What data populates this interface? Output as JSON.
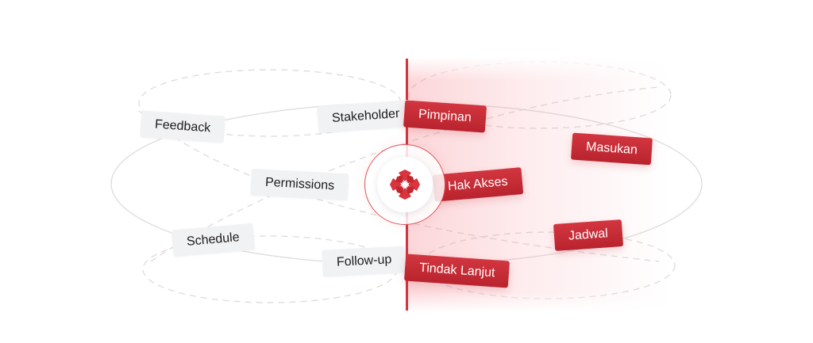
{
  "left_tags": [
    {
      "label": "Feedback"
    },
    {
      "label": "Stakeholder"
    },
    {
      "label": "Permissions"
    },
    {
      "label": "Schedule"
    },
    {
      "label": "Follow-up"
    }
  ],
  "right_tags": [
    {
      "label": "Pimpinan"
    },
    {
      "label": "Masukan"
    },
    {
      "label": "Hak Akses"
    },
    {
      "label": "Jadwal"
    },
    {
      "label": "Tindak Lanjut"
    }
  ],
  "colors": {
    "accent": "#c62a33",
    "light_tag": "#f1f2f4",
    "orbit": "#dcdcdc"
  },
  "icons": {
    "center": "red-petal-logo-icon"
  }
}
